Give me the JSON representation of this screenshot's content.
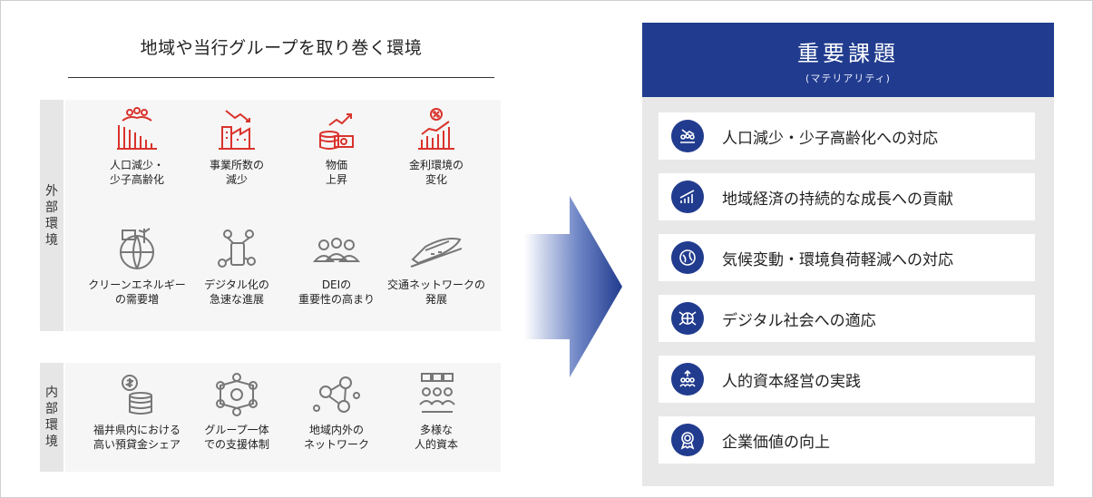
{
  "left": {
    "title": "地域や当行グループを取り巻く環境",
    "external_label": [
      "外",
      "部",
      "環",
      "境"
    ],
    "internal_label": [
      "内",
      "部",
      "環",
      "境"
    ],
    "external_items": [
      {
        "label": "人口減少・\n少子高齢化",
        "icon": "population-decline-icon"
      },
      {
        "label": "事業所数の\n減少",
        "icon": "factory-decline-icon"
      },
      {
        "label": "物価\n上昇",
        "icon": "price-rise-icon"
      },
      {
        "label": "金利環境の\n変化",
        "icon": "interest-rate-icon"
      },
      {
        "label": "クリーンエネルギー\nの需要増",
        "icon": "clean-energy-icon"
      },
      {
        "label": "デジタル化の\n急速な進展",
        "icon": "digital-icon"
      },
      {
        "label": "DEIの\n重要性の高まり",
        "icon": "dei-icon"
      },
      {
        "label": "交通ネットワークの\n発展",
        "icon": "shinkansen-icon"
      }
    ],
    "internal_items": [
      {
        "label": "福井県内における\n高い預貸金シェア",
        "icon": "coins-icon"
      },
      {
        "label": "グループ一体\nでの支援体制",
        "icon": "group-network-icon"
      },
      {
        "label": "地域内外の\nネットワーク",
        "icon": "regional-network-icon"
      },
      {
        "label": "多様な\n人的資本",
        "icon": "diverse-people-icon"
      }
    ]
  },
  "right": {
    "title": "重要課題",
    "subtitle": "(マテリアリティ)",
    "items": [
      {
        "label": "人口減少・少子高齢化への対応",
        "icon": "people-down-icon"
      },
      {
        "label": "地域経済の持続的な成長への貢献",
        "icon": "growth-chart-icon"
      },
      {
        "label": "気候変動・環境負荷軽減への対応",
        "icon": "globe-leaf-icon"
      },
      {
        "label": "デジタル社会への適応",
        "icon": "digital-globe-icon"
      },
      {
        "label": "人的資本経営の実践",
        "icon": "human-capital-icon"
      },
      {
        "label": "企業価値の向上",
        "icon": "award-badge-icon"
      }
    ]
  },
  "colors": {
    "accent_red": "#d9332c",
    "navy": "#213c8e",
    "icon_gray": "#777777"
  }
}
